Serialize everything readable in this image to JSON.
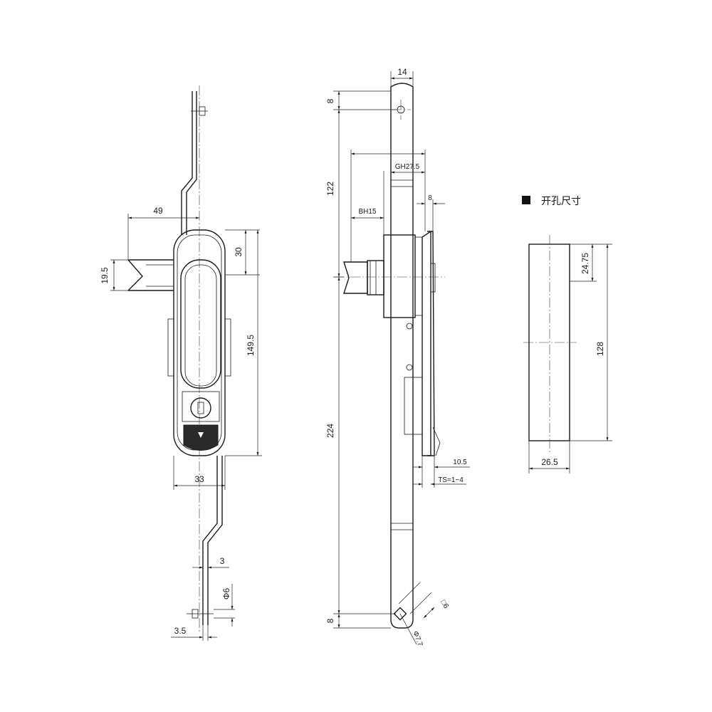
{
  "front_view": {
    "dims": {
      "d49": "49",
      "d30": "30",
      "d19_5": "19.5",
      "d149_5": "149.5",
      "d33": "33",
      "d3": "3",
      "dphi6": "Φ6",
      "d3_5": "3.5"
    }
  },
  "side_view": {
    "dims": {
      "d14": "14",
      "d8_top": "8",
      "d122": "122",
      "gh": "GH27.5",
      "d8_right": "8",
      "bh": "BH15",
      "d224": "224",
      "d10_5": "10.5",
      "ts": "TS=1~4",
      "sq6": "□6",
      "d8_bottom": "8",
      "dphi7": "Φ7.7"
    }
  },
  "cutout": {
    "title": "开孔尺寸",
    "dims": {
      "d24_75": "24.75",
      "d128": "128",
      "d26_5": "26.5"
    }
  }
}
